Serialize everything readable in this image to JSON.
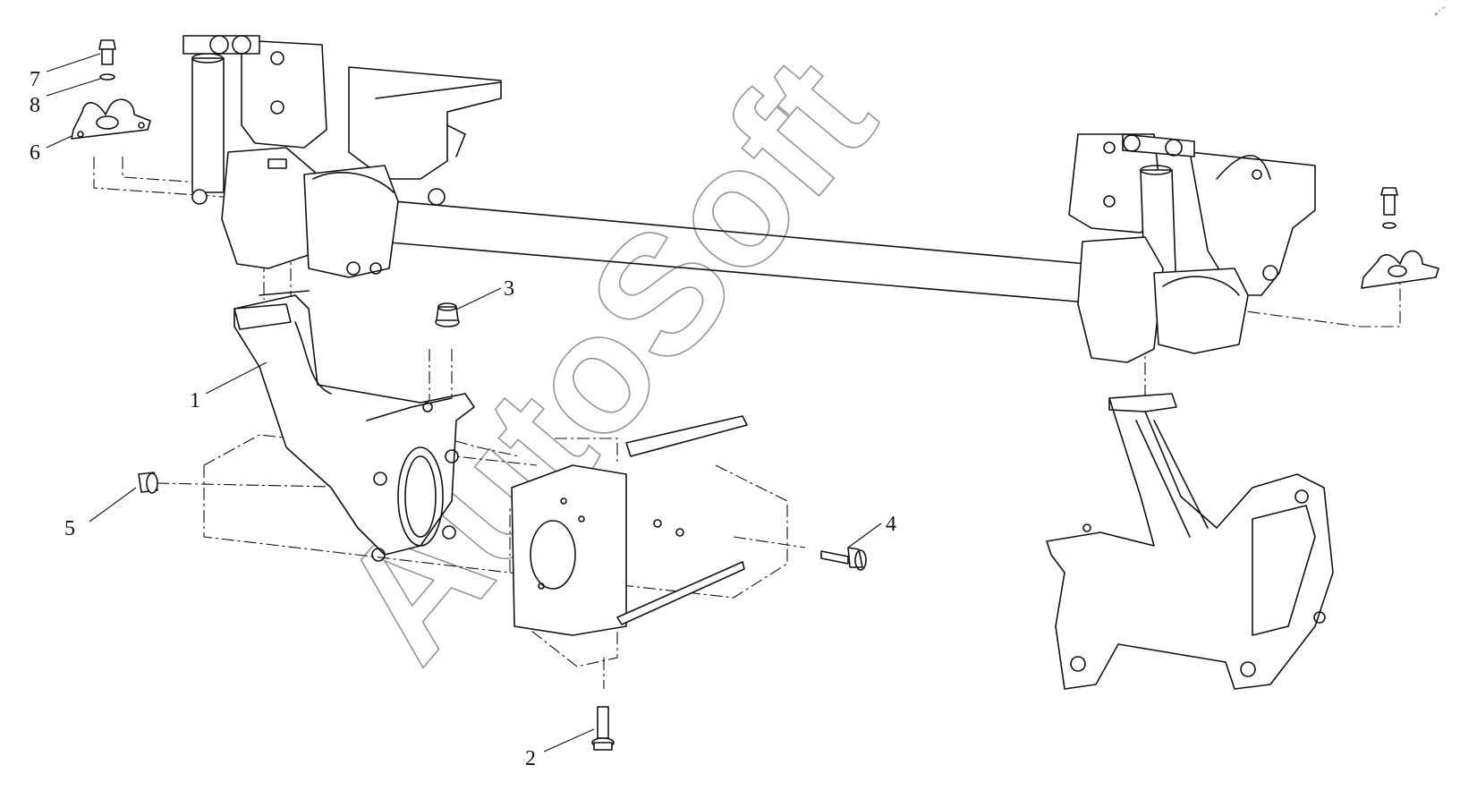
{
  "callouts": [
    {
      "id": "1",
      "label": "1"
    },
    {
      "id": "2",
      "label": "2"
    },
    {
      "id": "3",
      "label": "3"
    },
    {
      "id": "4",
      "label": "4"
    },
    {
      "id": "5",
      "label": "5"
    },
    {
      "id": "6",
      "label": "6"
    },
    {
      "id": "7",
      "label": "7"
    },
    {
      "id": "8",
      "label": "8"
    }
  ],
  "watermark": {
    "text": "AutoSoft"
  },
  "corner_mark": {
    "text": "e ᵒ ᵒᵒ"
  }
}
